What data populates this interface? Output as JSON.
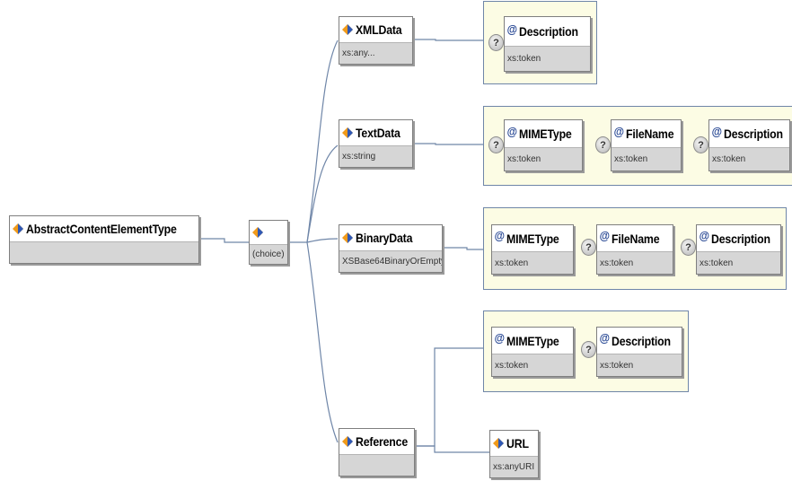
{
  "root": {
    "name": "AbstractContentElementType"
  },
  "choice": {
    "label": "(choice)"
  },
  "elements": {
    "xmldata": {
      "name": "XMLData",
      "type": "xs:any..."
    },
    "textdata": {
      "name": "TextData",
      "type": "xs:string"
    },
    "binarydata": {
      "name": "BinaryData",
      "type": "XSBase64BinaryOrEmpty"
    },
    "reference": {
      "name": "Reference",
      "type": ""
    },
    "url": {
      "name": "URL",
      "type": "xs:anyURI"
    }
  },
  "attributes": {
    "xmldata": [
      {
        "name": "Description",
        "type": "xs:token",
        "optional": true
      }
    ],
    "textdata": [
      {
        "name": "MIMEType",
        "type": "xs:token",
        "optional": true
      },
      {
        "name": "FileName",
        "type": "xs:token",
        "optional": true
      },
      {
        "name": "Description",
        "type": "xs:token",
        "optional": true
      }
    ],
    "binarydata": [
      {
        "name": "MIMEType",
        "type": "xs:token",
        "optional": false
      },
      {
        "name": "FileName",
        "type": "xs:token",
        "optional": true
      },
      {
        "name": "Description",
        "type": "xs:token",
        "optional": true
      }
    ],
    "reference": [
      {
        "name": "MIMEType",
        "type": "xs:token",
        "optional": false
      },
      {
        "name": "Description",
        "type": "xs:token",
        "optional": true
      }
    ]
  },
  "icons": {
    "element": "element-diamond-icon",
    "attribute": "at-sign",
    "optional": "question-circle-icon",
    "optional_glyph": "?",
    "attribute_glyph": "@"
  },
  "colors": {
    "group_bg": "#fcfce4",
    "group_border": "#6f86a8",
    "connector": "#6f86a8",
    "type_band": "#d6d6d6",
    "icon_orange": "#f09a1a",
    "icon_blue": "#2f58b4"
  }
}
